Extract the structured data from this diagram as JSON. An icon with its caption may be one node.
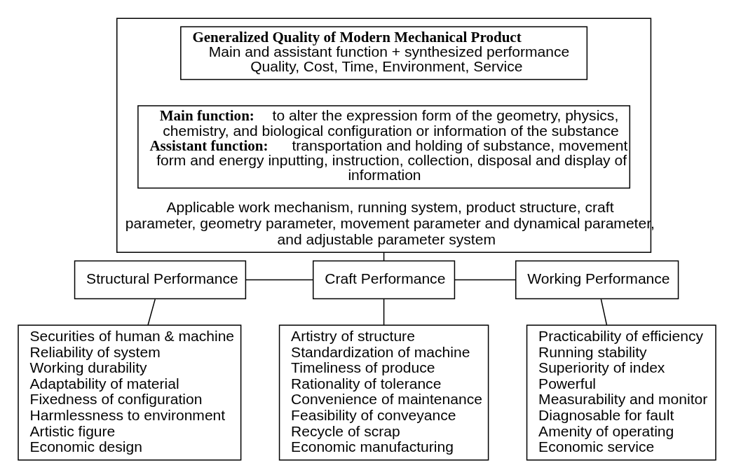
{
  "diagram": {
    "nodes": [
      {
        "text": [
          "Applicable work mechanism, running system, product structure, craft parameter, geometry parameter, movement parameter and dynamical parameter, and adjustable parameter system"
        ]
      },
      {
        "text": [
          "**Generalized Quality of Modern Mechanical Product**",
          "Main and assistant function + synthesized performance",
          "Quality, Cost, Time, Environment, Service"
        ],
        "in": 0
      },
      {
        "text": [
          "**Main function:** to alter the expression form of the geometry, physics, chemistry, and biological configuration or information of the substance",
          "**Assistant function:** transportation and holding of substance, movement form and energy inputting, instruction, collection, disposal and display of information"
        ],
        "in": 0
      },
      {
        "text": [
          "Structural Performance"
        ]
      },
      {
        "text": [
          "Craft Performance"
        ]
      },
      {
        "text": [
          "Working Performance"
        ]
      },
      {
        "text": [
          "Securities of human & machine",
          "Reliability of system",
          "Working durability",
          "Adaptability of material",
          "Fixedness of configuration",
          "Harmlessness to environment",
          "Artistic figure",
          "Economic design"
        ]
      },
      {
        "text": [
          "Artistry of structure",
          "Standardization of machine",
          "Timeliness of produce",
          "Rationality of tolerance",
          "Convenience of maintenance",
          "Feasibility of conveyance",
          "Recycle of scrap",
          "Economic manufacturing"
        ]
      },
      {
        "text": [
          "Practicability of efficiency",
          "Running stability",
          "Superiority of index",
          "Powerful",
          "Measurability and monitor",
          "Diagnosable for fault",
          "Amenity of operating",
          "Economic service"
        ]
      }
    ],
    "edges": [
      {
        "from": 0,
        "to": 4,
        "arrow": "none"
      },
      {
        "from": 3,
        "to": 4,
        "arrow": "none"
      },
      {
        "from": 4,
        "to": 5,
        "arrow": "none"
      },
      {
        "from": 3,
        "to": 6,
        "arrow": "none"
      },
      {
        "from": 4,
        "to": 7,
        "arrow": "none"
      },
      {
        "from": 5,
        "to": 8,
        "arrow": "none"
      }
    ]
  }
}
